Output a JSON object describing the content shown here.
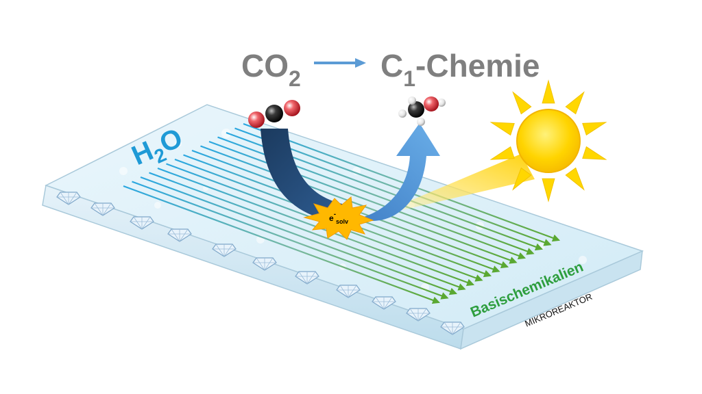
{
  "title": {
    "reactant_base": "CO",
    "reactant_sub": "2",
    "product_base": "C",
    "product_sub": "1",
    "product_rest": "-Chemie"
  },
  "water": {
    "base": "H",
    "sub": "2",
    "rest": "O"
  },
  "electron": {
    "base": "e",
    "sup": "-",
    "sub": "solv"
  },
  "basis_label": "Basischemikalien",
  "reactor_label": "MIKROREAKTOR",
  "colors": {
    "title_gray": "#7f7f7f",
    "title_arrow": "#5b9bd5",
    "water_blue": "#1f9ad6",
    "basis_green": "#2e9e3e",
    "channel_start": "#2aa7e0",
    "channel_end": "#5aa832",
    "arrow_dark": "#1f3f66",
    "arrow_light": "#4a8fd6",
    "sun": "#ffd700",
    "starburst": "#ffb800"
  },
  "icons": [
    "co2-molecule-icon",
    "methanol-molecule-icon",
    "sun-icon",
    "diamond-icon",
    "starburst-icon"
  ]
}
